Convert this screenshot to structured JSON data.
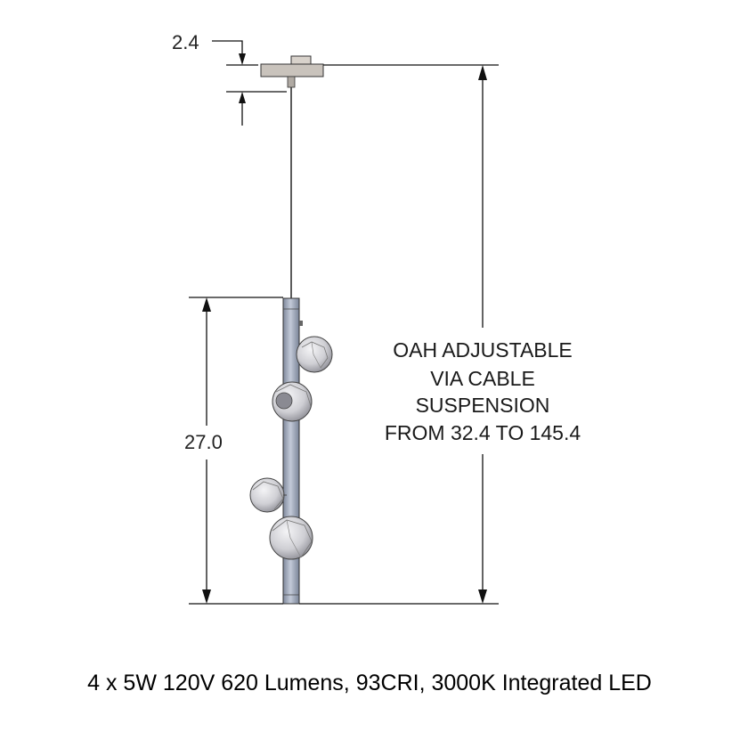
{
  "dimensions": {
    "canopy_height": "2.4",
    "fixture_length": "27.0"
  },
  "note_lines": [
    "OAH ADJUSTABLE",
    "VIA CABLE",
    "SUSPENSION",
    "FROM 32.4 TO 145.4"
  ],
  "spec_line": "4 x 5W 120V 620 Lumens, 93CRI, 3000K Integrated LED",
  "colors": {
    "line": "#111111",
    "canopy": "#c9c3bc",
    "rod": "#9aa4b8",
    "glass": "#d9d9dc"
  }
}
